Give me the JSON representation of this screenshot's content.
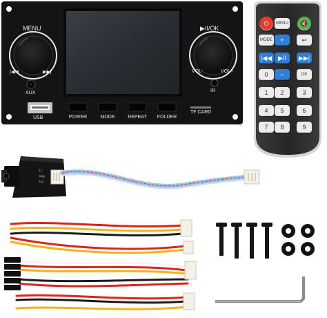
{
  "panel": {
    "menu_label": "MENU",
    "play_ok_label": "▶II/OK",
    "prev_left": "|◀◀",
    "next_left": "▶▶|",
    "aux_label": "AUX",
    "usb_label": "USB",
    "ir_label": "IR",
    "vol_minus_label": "VOL-",
    "vol_plus_label": "VOL+",
    "tf_card_label": "TF CARD",
    "buttons": [
      {
        "label": "POWER"
      },
      {
        "label": "MODE"
      },
      {
        "label": "REPEAT"
      },
      {
        "label": "FOLDER"
      }
    ]
  },
  "remote": {
    "keys": [
      {
        "label": "⏻",
        "style": "red"
      },
      {
        "label": "MENU",
        "style": "small"
      },
      {
        "label": "🔇",
        "style": "green"
      },
      {
        "label": "MODE",
        "style": "small"
      },
      {
        "label": "+",
        "style": "blue"
      },
      {
        "label": "↩",
        "style": "normal"
      },
      {
        "label": "|◀◀",
        "style": "blue"
      },
      {
        "label": "▶II",
        "style": "blue"
      },
      {
        "label": "▶▶|",
        "style": "blue"
      },
      {
        "label": "0",
        "style": "normal"
      },
      {
        "label": "−",
        "style": "blue"
      },
      {
        "label": "OK",
        "style": "small"
      },
      {
        "label": "1",
        "style": "normal"
      },
      {
        "label": "2",
        "style": "normal"
      },
      {
        "label": "3",
        "style": "normal"
      },
      {
        "label": "4",
        "style": "normal"
      },
      {
        "label": "5",
        "style": "normal"
      },
      {
        "label": "6",
        "style": "normal"
      },
      {
        "label": "7",
        "style": "normal"
      },
      {
        "label": "8",
        "style": "normal"
      },
      {
        "label": "9",
        "style": "normal"
      }
    ]
  },
  "colors": {
    "panel": "#141414",
    "remote_body": "#2a2a2a",
    "remote_frame": "#cfcfcf",
    "blue_key": "#2f7fd8",
    "wire_red": "#d8261c",
    "wire_yellow": "#f2b21a",
    "wire_black": "#1a1a1a",
    "wire_white": "#f4f4f4",
    "cable_blue": "#9ec4ec",
    "cable_red": "#d84a3a"
  }
}
